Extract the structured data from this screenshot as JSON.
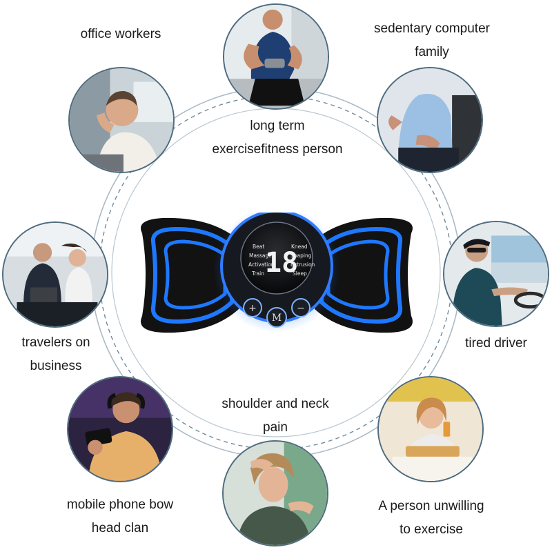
{
  "labels": {
    "office": [
      "office workers"
    ],
    "sedentary": [
      "sedentary computer",
      "family"
    ],
    "exercise": [
      "long term",
      "exercisefitness person"
    ],
    "travelers": [
      "travelers on",
      "business"
    ],
    "driver": [
      "tired driver"
    ],
    "shoulder": [
      "shoulder and neck",
      "pain"
    ],
    "mobile": [
      "mobile phone bow",
      "head clan"
    ],
    "unwilling": [
      "A person unwilling",
      "to exercise"
    ]
  },
  "device": {
    "modes_left": [
      "Beat",
      "Massage",
      "Activation",
      "Train"
    ],
    "modes_right": [
      "Knead",
      "Shaping",
      "Extrusion",
      "Sleep"
    ],
    "display": "18",
    "buttons": [
      "+",
      "M",
      "−"
    ]
  },
  "colors": {
    "ring": "#9fb3c2",
    "accent": "#1e78ff",
    "pad": "#111111"
  }
}
